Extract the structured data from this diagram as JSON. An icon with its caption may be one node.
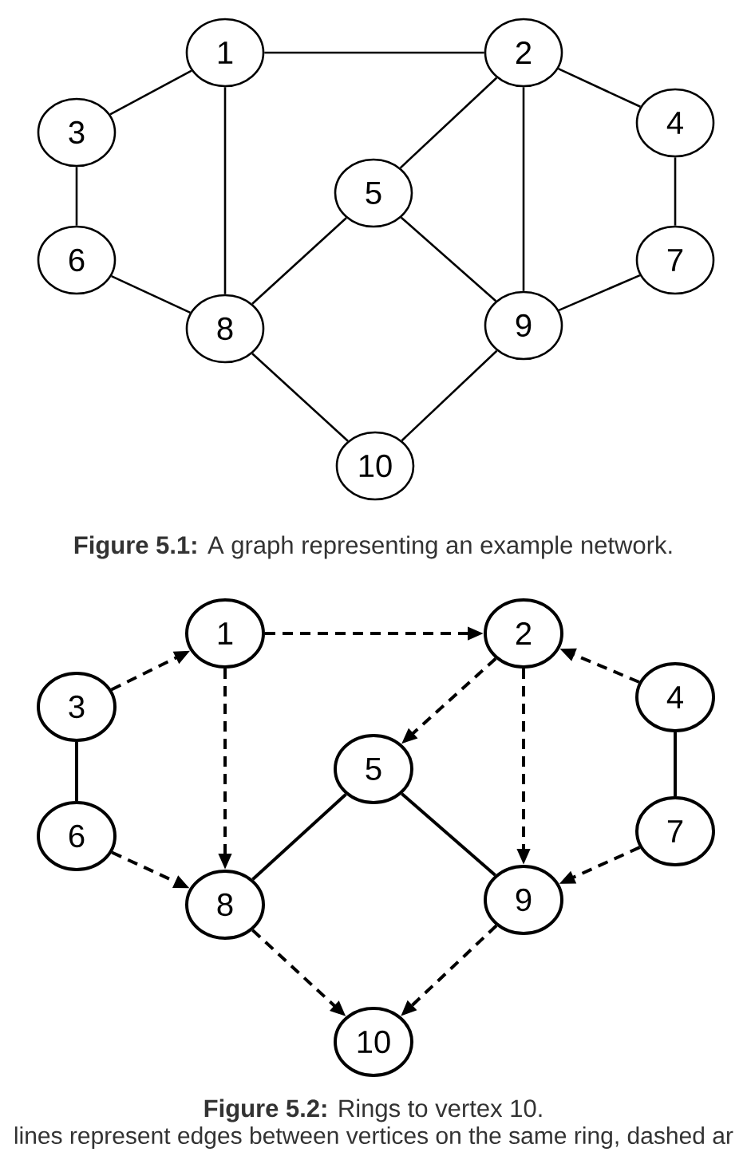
{
  "diagram": {
    "nodes": [
      {
        "text": [
          "1"
        ]
      },
      {
        "text": [
          "2"
        ]
      },
      {
        "text": [
          "3"
        ]
      },
      {
        "text": [
          "4"
        ]
      },
      {
        "text": [
          "5"
        ]
      },
      {
        "text": [
          "6"
        ]
      },
      {
        "text": [
          "7"
        ]
      },
      {
        "text": [
          "8"
        ]
      },
      {
        "text": [
          "9"
        ]
      },
      {
        "text": [
          "10"
        ]
      },
      {
        "text": [
          "1"
        ]
      },
      {
        "text": [
          "2"
        ]
      },
      {
        "text": [
          "3"
        ]
      },
      {
        "text": [
          "4"
        ]
      },
      {
        "text": [
          "5"
        ]
      },
      {
        "text": [
          "6"
        ]
      },
      {
        "text": [
          "7"
        ]
      },
      {
        "text": [
          "8"
        ]
      },
      {
        "text": [
          "9"
        ]
      },
      {
        "text": [
          "10"
        ]
      }
    ],
    "edges": [
      {
        "from": 0,
        "to": 2,
        "arrow": "none"
      },
      {
        "from": 0,
        "to": 1,
        "arrow": "none"
      },
      {
        "from": 0,
        "to": 7,
        "arrow": "none"
      },
      {
        "from": 1,
        "to": 4,
        "arrow": "none"
      },
      {
        "from": 1,
        "to": 8,
        "arrow": "none"
      },
      {
        "from": 1,
        "to": 3,
        "arrow": "none"
      },
      {
        "from": 2,
        "to": 5,
        "arrow": "none"
      },
      {
        "from": 3,
        "to": 6,
        "arrow": "none"
      },
      {
        "from": 4,
        "to": 7,
        "arrow": "none"
      },
      {
        "from": 4,
        "to": 8,
        "arrow": "none"
      },
      {
        "from": 5,
        "to": 7,
        "arrow": "none"
      },
      {
        "from": 6,
        "to": 8,
        "arrow": "none"
      },
      {
        "from": 7,
        "to": 9,
        "arrow": "none"
      },
      {
        "from": 8,
        "to": 9,
        "arrow": "none"
      },
      {
        "from": 12,
        "to": 10,
        "arrow": "to",
        "style": "dashed"
      },
      {
        "from": 10,
        "to": 11,
        "arrow": "to",
        "style": "dashed"
      },
      {
        "from": 13,
        "to": 11,
        "arrow": "to",
        "style": "dashed"
      },
      {
        "from": 10,
        "to": 17,
        "arrow": "to",
        "style": "dashed"
      },
      {
        "from": 11,
        "to": 14,
        "arrow": "to",
        "style": "dashed"
      },
      {
        "from": 11,
        "to": 18,
        "arrow": "to",
        "style": "dashed"
      },
      {
        "from": 12,
        "to": 15,
        "arrow": "none"
      },
      {
        "from": 13,
        "to": 16,
        "arrow": "none"
      },
      {
        "from": 14,
        "to": 17,
        "arrow": "none"
      },
      {
        "from": 14,
        "to": 18,
        "arrow": "none"
      },
      {
        "from": 15,
        "to": 17,
        "arrow": "to",
        "style": "dashed"
      },
      {
        "from": 16,
        "to": 18,
        "arrow": "to",
        "style": "dashed"
      },
      {
        "from": 17,
        "to": 19,
        "arrow": "to",
        "style": "dashed"
      },
      {
        "from": 18,
        "to": 19,
        "arrow": "to",
        "style": "dashed"
      }
    ],
    "labels": [
      "**Figure 5.1:** A graph representing an example network.",
      "**Figure 5.2:** Rings to vertex 10.",
      "lines represent edges between vertices on the same ring, dashed ar"
    ]
  }
}
